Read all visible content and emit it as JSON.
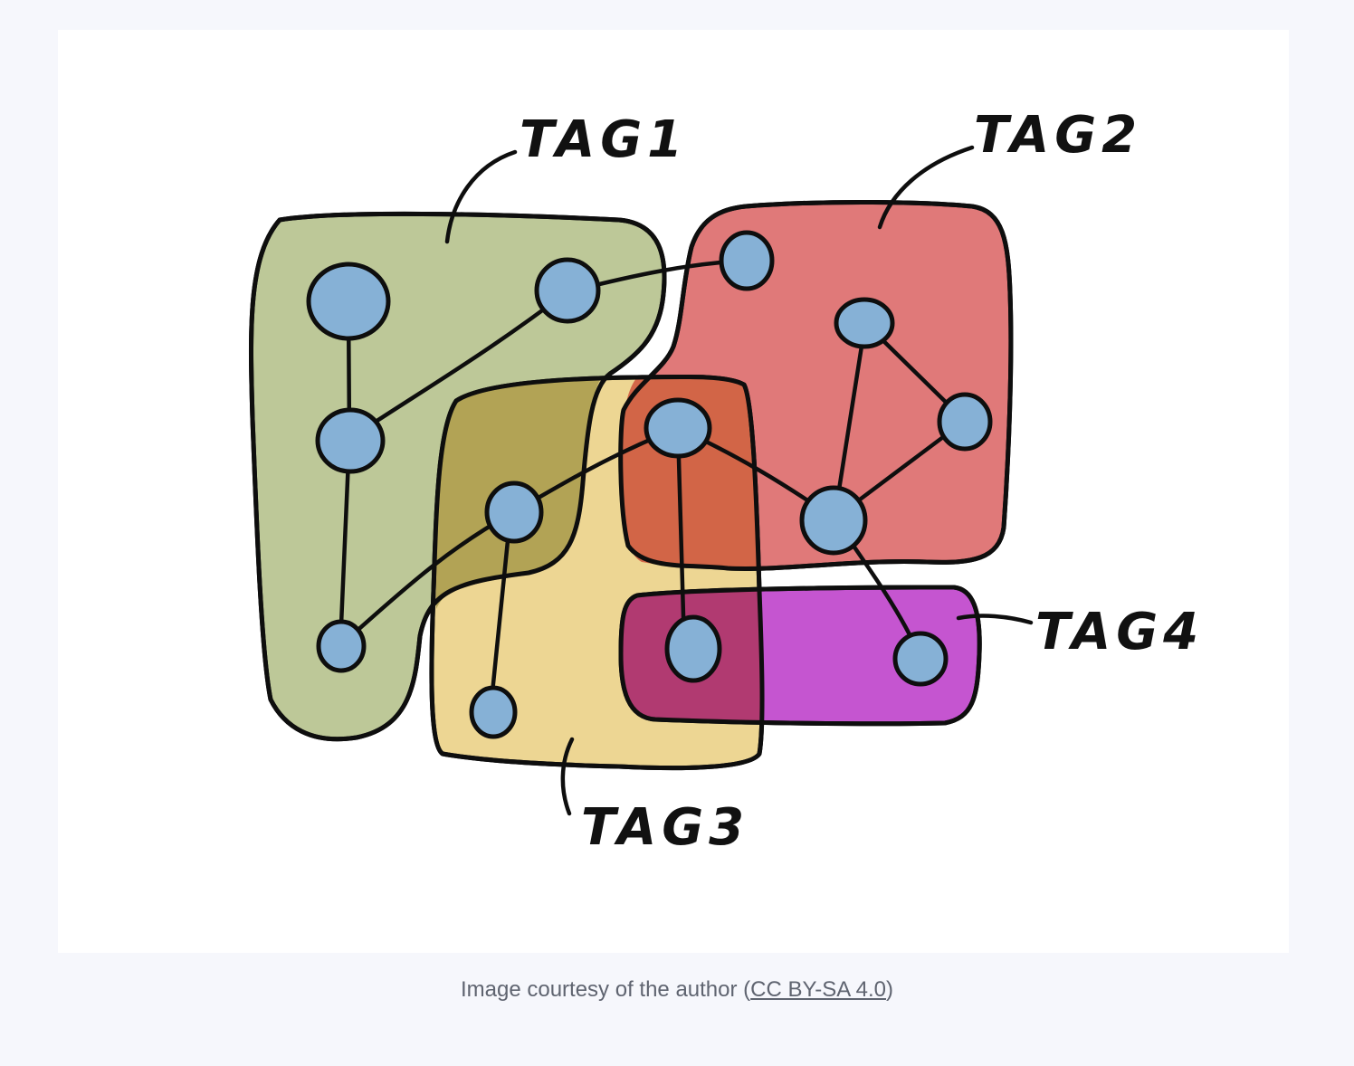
{
  "figure": {
    "tags": [
      {
        "id": "tag1",
        "label": "TAG1",
        "color": "#b6c38e"
      },
      {
        "id": "tag2",
        "label": "TAG2",
        "color": "#de6e6e"
      },
      {
        "id": "tag3",
        "label": "TAG3",
        "color": "#e4c466"
      },
      {
        "id": "tag4",
        "label": "TAG4",
        "color": "#c04ecb"
      }
    ],
    "node_color": "#86b1d6"
  },
  "caption": {
    "prefix": "Image courtesy of the author (",
    "link_text": "CC BY-SA 4.0",
    "suffix": ")"
  }
}
